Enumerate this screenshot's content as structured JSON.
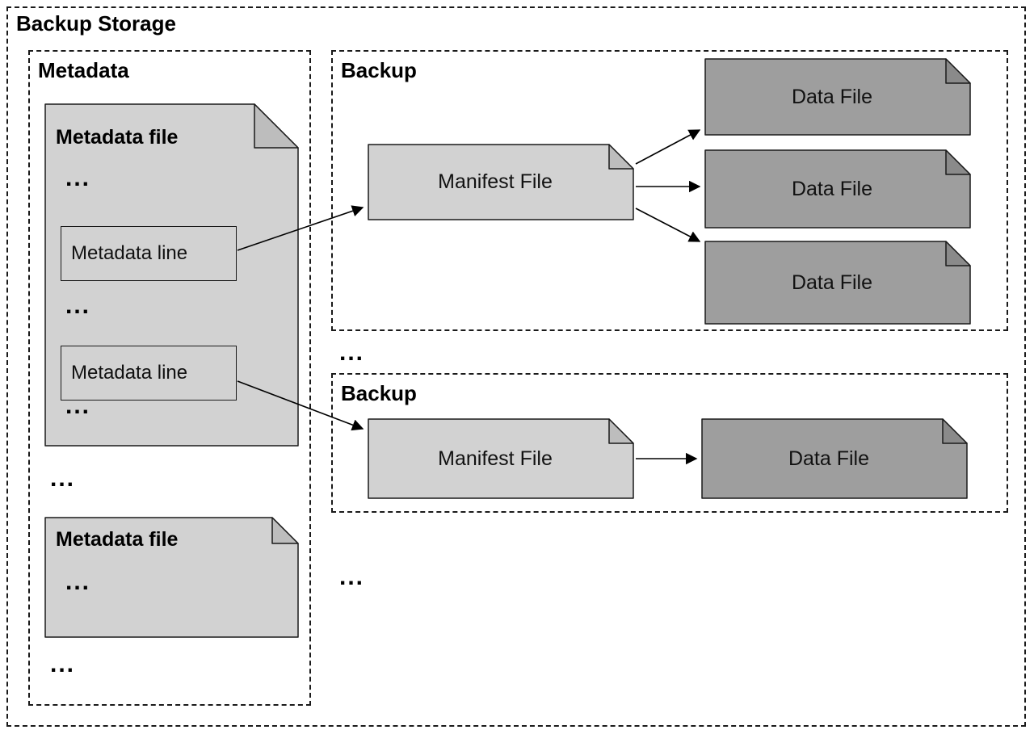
{
  "diagram": {
    "title": "Backup Storage",
    "ellipsis": "...",
    "metadata_section": {
      "label": "Metadata",
      "file1": {
        "title": "Metadata file",
        "line1": "Metadata line",
        "line2": "Metadata line"
      },
      "file2": {
        "title": "Metadata file"
      }
    },
    "backup1": {
      "label": "Backup",
      "manifest": "Manifest File",
      "data_files": [
        "Data File",
        "Data File",
        "Data File"
      ]
    },
    "backup2": {
      "label": "Backup",
      "manifest": "Manifest File",
      "data_files": [
        "Data File"
      ]
    },
    "colors": {
      "light_doc": "#d2d2d2",
      "dark_doc": "#9e9e9e",
      "border": "#1a1a1a",
      "background": "#ffffff"
    }
  }
}
